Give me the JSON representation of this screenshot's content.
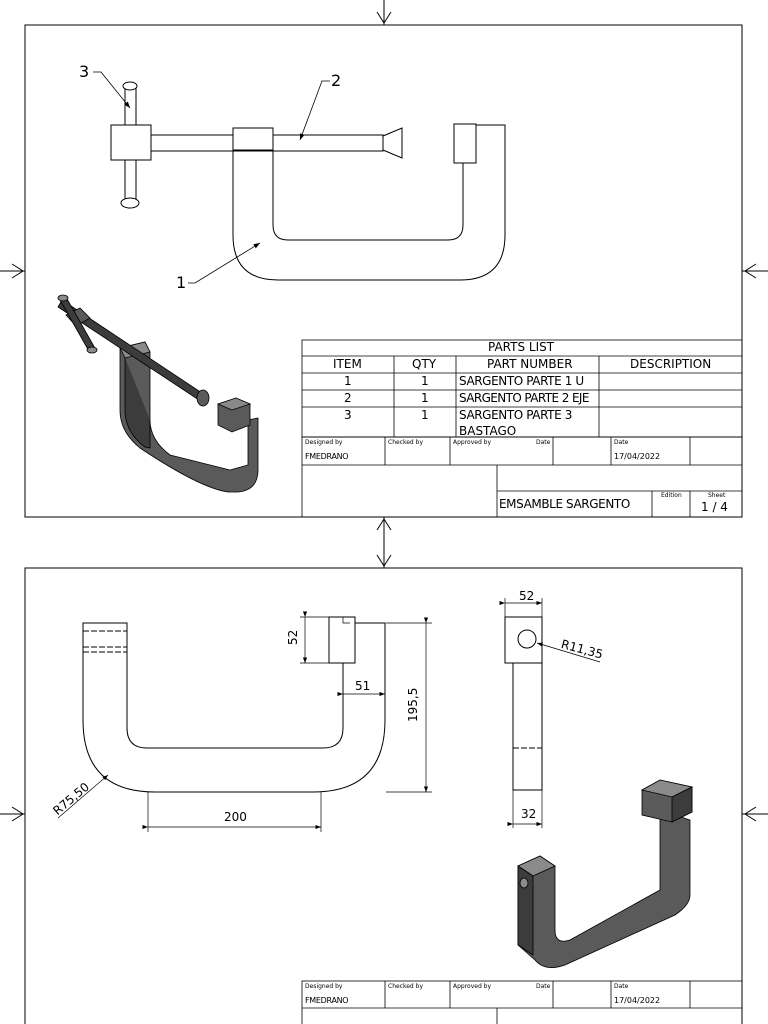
{
  "sheet1": {
    "balloons": [
      "3",
      "2",
      "1"
    ],
    "parts_list": {
      "title": "PARTS LIST",
      "headers": [
        "ITEM",
        "QTY",
        "PART NUMBER",
        "DESCRIPTION"
      ],
      "rows": [
        {
          "item": "1",
          "qty": "1",
          "part": "SARGENTO PARTE 1 U",
          "part2": "",
          "desc": ""
        },
        {
          "item": "2",
          "qty": "1",
          "part": "SARGENTO PARTE 2 EJE",
          "part2": "",
          "desc": ""
        },
        {
          "item": "3",
          "qty": "1",
          "part": "SARGENTO PARTE 3",
          "part2": "BASTAGO",
          "desc": ""
        }
      ]
    },
    "title_block": {
      "designed_by_label": "Designed by",
      "checked_by_label": "Checked by",
      "approved_by_label": "Approved by",
      "date_label": "Date",
      "date_label2": "Date",
      "designer": "FMEDRANO",
      "date": "17/04/2022",
      "title": "EMSAMBLE SARGENTO",
      "edition_label": "Edition",
      "sheet_label": "Sheet",
      "sheet": "1 / 4"
    }
  },
  "sheet2": {
    "dimensions": {
      "top_width": "52",
      "radius_small": "R11,35",
      "height_52": "52",
      "offset_51": "51",
      "height_195": "195,5",
      "radius_large": "R75,50",
      "width_200": "200",
      "bottom_width": "32"
    },
    "title_block": {
      "designed_by_label": "Designed by",
      "checked_by_label": "Checked by",
      "approved_by_label": "Approved by",
      "date_label": "Date",
      "date_label2": "Date",
      "designer": "FMEDRANO",
      "date": "17/04/2022"
    }
  },
  "colors": {
    "line": "#000000",
    "paper": "#ffffff",
    "iso_dark": "#3c3c3c",
    "iso_mid": "#5a5a5a",
    "iso_light": "#8a8a8a"
  }
}
